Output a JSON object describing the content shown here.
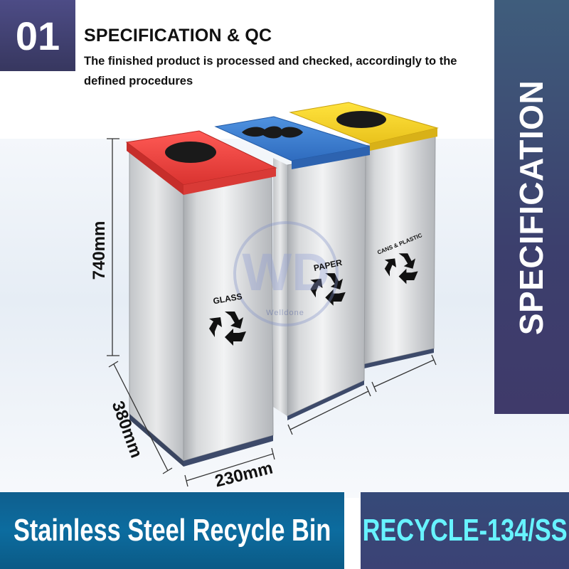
{
  "header": {
    "number": "01",
    "title": "SPECIFICATION & QC",
    "description": "The finished product is processed and checked, accordingly to the defined procedures"
  },
  "side_panel": {
    "label": "SPECIFICATION"
  },
  "dimensions": {
    "height": "740mm",
    "depth": "380mm",
    "width": "230mm"
  },
  "bins": [
    {
      "label": "GLASS",
      "lid_color": "#e8413f",
      "opening": "round"
    },
    {
      "label": "PAPER",
      "lid_color": "#3d7fcf",
      "opening": "slot"
    },
    {
      "label": "CANS & PLASTIC",
      "lid_color": "#f2d12a",
      "opening": "round"
    }
  ],
  "watermark": {
    "text": "Welldone"
  },
  "footer": {
    "product_name": "Stainless Steel Recycle Bin",
    "model": "RECYCLE-134/SS"
  },
  "colors": {
    "header_box": "#44436f",
    "side_panel": "#3d4a72",
    "footer_left": "#0d6595",
    "footer_right": "#3a4676",
    "model_text": "#67f3ff"
  }
}
